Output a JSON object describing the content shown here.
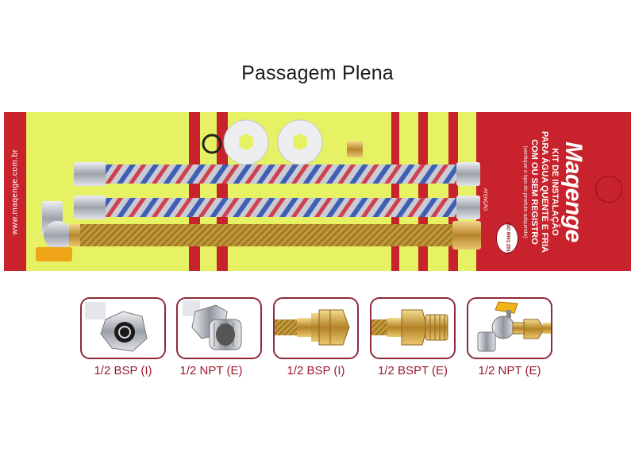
{
  "title": "Passagem Plena",
  "package": {
    "website": "www.maqenge.com.br",
    "brand": "Maqenge",
    "headline_1": "KIT DE INSTALAÇÃO",
    "headline_2": "PARA ÁGUA QUENTE E FRIA",
    "headline_3": "COM OU SEM REGISTRO",
    "note": "(verifique o tipo do produto adquirido)",
    "attention": "ATENÇÃO",
    "iso": "ISO 9001:2015"
  },
  "connectors": [
    {
      "caption": "1/2 BSP (I)",
      "icon": "chrome-female-nut"
    },
    {
      "caption": "1/2 NPT (E)",
      "icon": "chrome-male-thread"
    },
    {
      "caption": "1/2 BSP (I)",
      "icon": "brass-female-nut"
    },
    {
      "caption": "1/2 BSPT (E)",
      "icon": "brass-male-thread"
    },
    {
      "caption": "1/2 NPT (E)",
      "icon": "ball-valve"
    }
  ],
  "colors": {
    "package_red": "#c8232c",
    "panel_yellow": "#e6f263",
    "caption_red": "#9b1b2c",
    "frame_border": "#8e2a3a"
  }
}
